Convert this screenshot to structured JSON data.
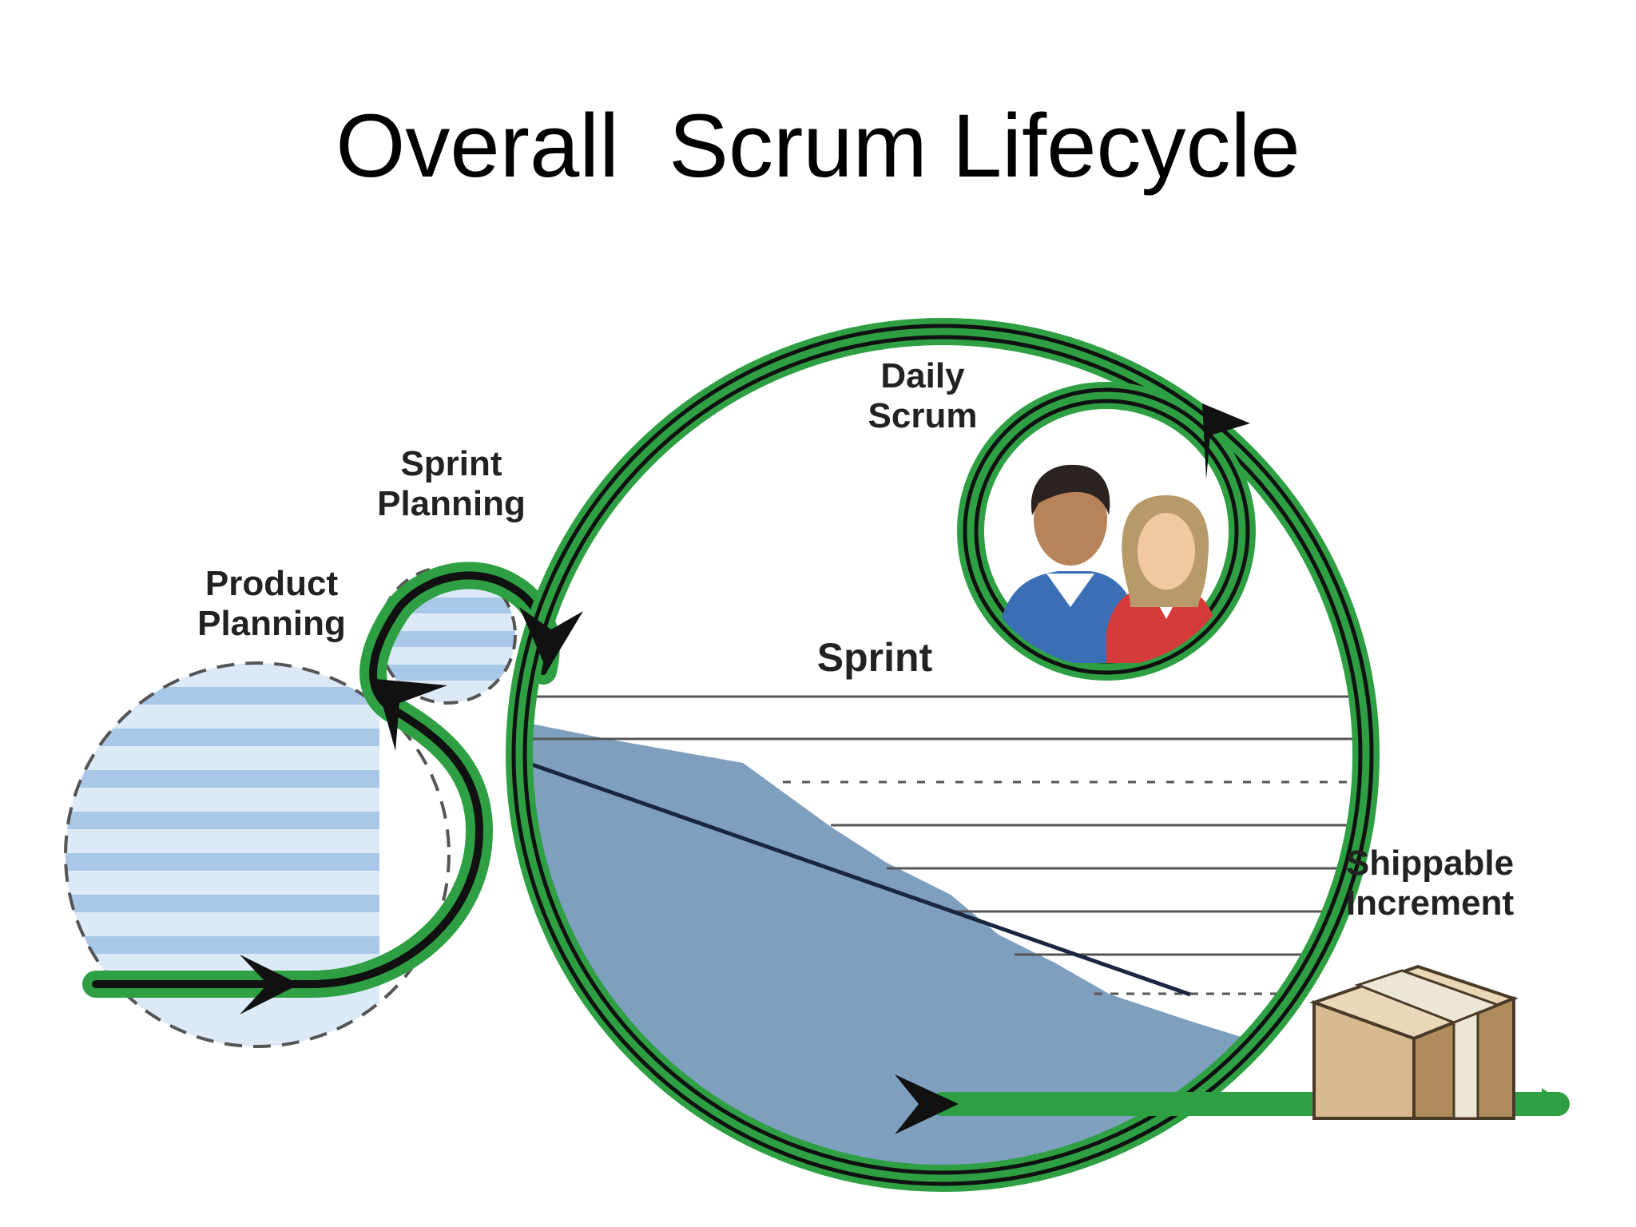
{
  "slide": {
    "title": "Overall  Scrum Lifecycle"
  },
  "diagram": {
    "labels": {
      "product_planning": [
        "Product",
        "Planning"
      ],
      "sprint_planning": [
        "Sprint",
        "Planning"
      ],
      "daily_scrum": [
        "Daily",
        "Scrum"
      ],
      "sprint": "Sprint",
      "shippable_increment": [
        "Shippable",
        "Increment"
      ]
    },
    "colors": {
      "track_green": "#2ea043",
      "track_black": "#111111",
      "backlog_light": "#dce9f6",
      "backlog_stripe": "#a9c8e8",
      "burndown_fill": "#7f9fbf",
      "box_tan": "#d9b98f",
      "box_dark": "#b08c5c",
      "tape": "#ece6d6"
    },
    "icons": [
      "arrow-chevron-icon",
      "team-people-icon",
      "shipping-box-icon"
    ]
  }
}
